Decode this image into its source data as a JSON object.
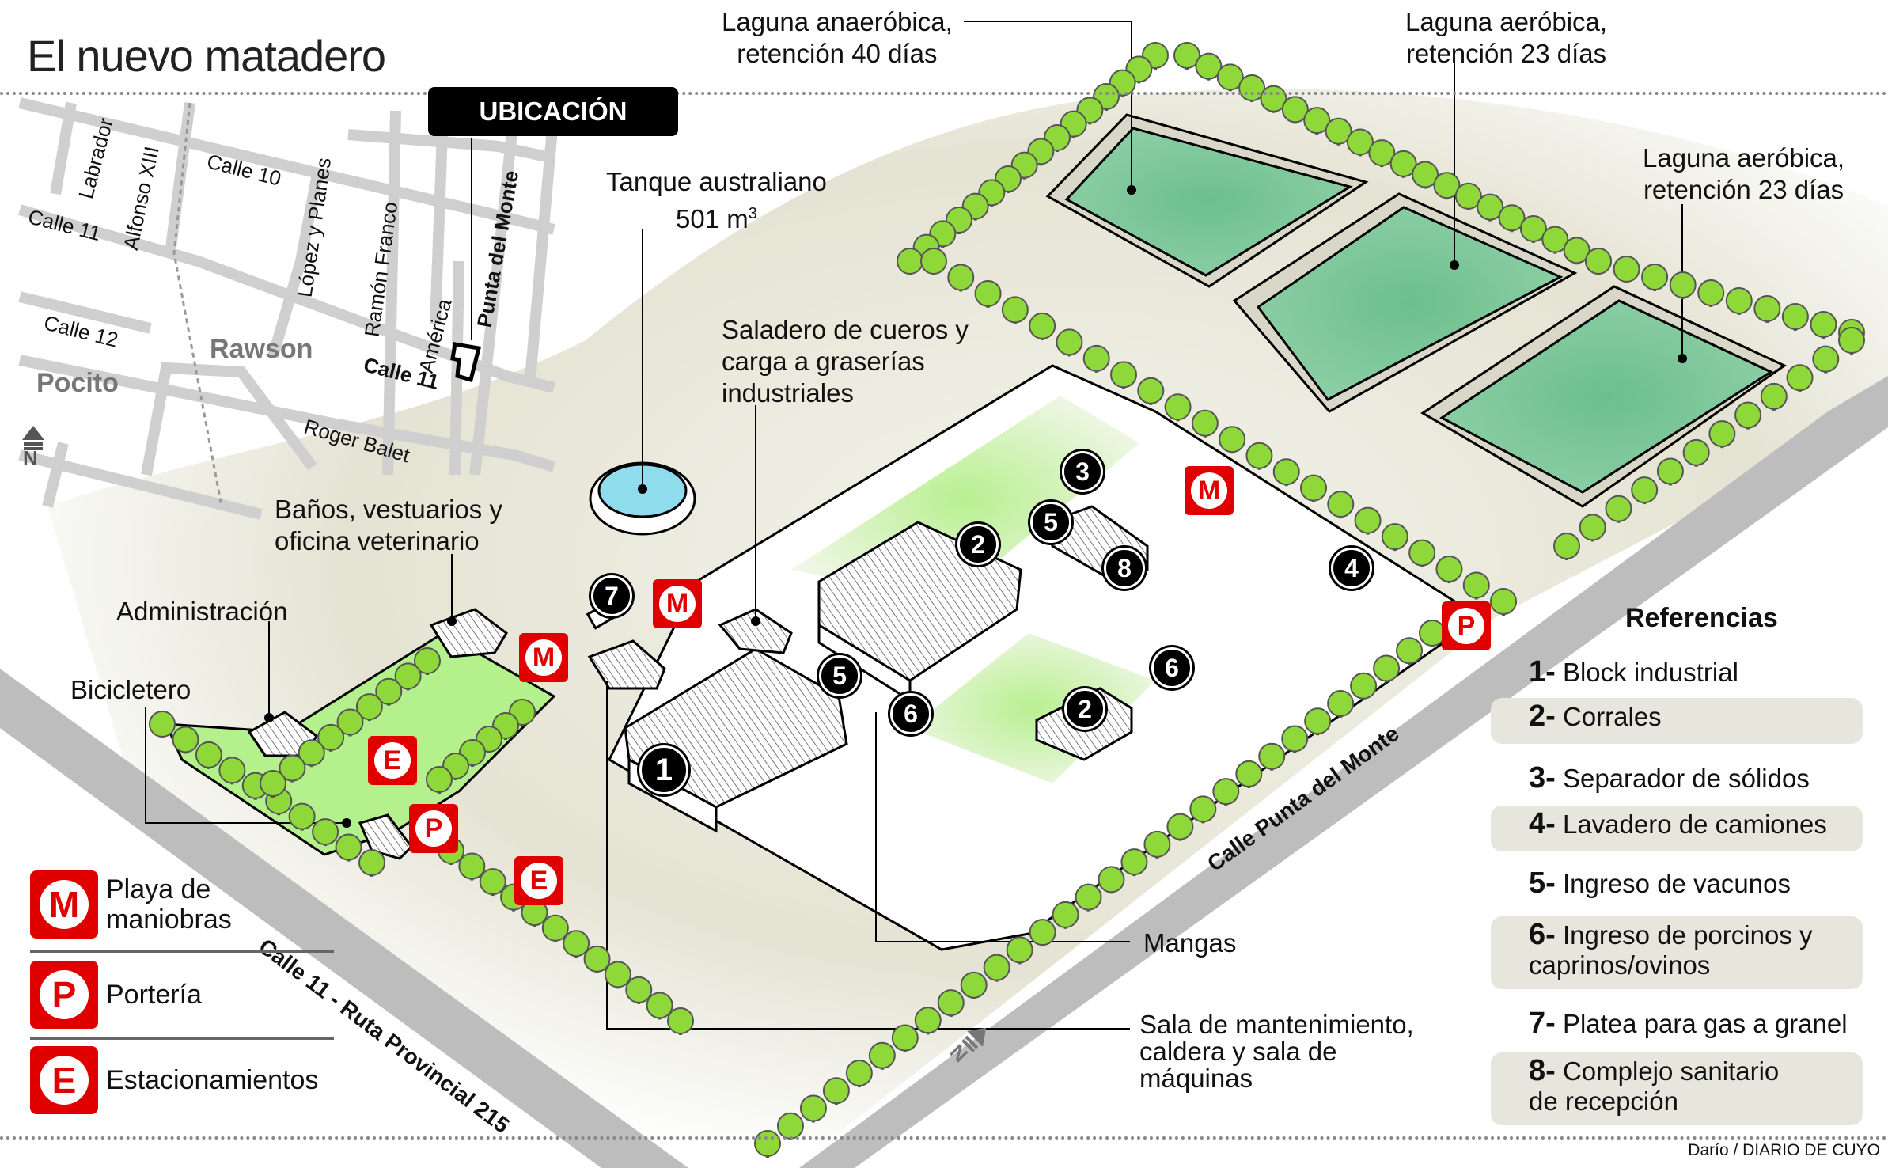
{
  "title": "El nuevo matadero",
  "location_box": {
    "label": "UBICACIÓN",
    "streets": [
      "Labrador",
      "Alfonso XIII",
      "Calle 10",
      "Calle 11",
      "López y Planes",
      "Ramón Franco",
      "América",
      "Punta del Monte",
      "Calle 12",
      "Calle 11",
      "Roger Balet"
    ],
    "towns": [
      "Rawson",
      "Pocito"
    ],
    "north_label": "N"
  },
  "annotations": {
    "laguna_anaerobica": [
      "Laguna anaeróbica,",
      "retención 40 días"
    ],
    "laguna_aerobica_1": [
      "Laguna aeróbica,",
      "retención 23 días"
    ],
    "laguna_aerobica_2": [
      "Laguna aeróbica,",
      "retención 23 días"
    ],
    "tanque": [
      "Tanque australiano",
      "501 m",
      "3"
    ],
    "saladero": [
      "Saladero de cueros y",
      "carga a graserías",
      "industriales"
    ],
    "banos": [
      "Baños, vestuarios y",
      "oficina veterinario"
    ],
    "administracion": "Administración",
    "bicicletero": "Bicicletero",
    "mangas": "Mangas",
    "sala": [
      "Sala de mantenimiento,",
      "caldera y sala de",
      "máquinas"
    ]
  },
  "roads": {
    "ruta": "Calle 11 - Ruta Provincial 215",
    "punta": "Calle Punta del Monte"
  },
  "map_markers": {
    "M": "M",
    "P": "P",
    "E": "E",
    "numbers": [
      "1",
      "2",
      "2",
      "3",
      "4",
      "5",
      "5",
      "6",
      "6",
      "7",
      "8"
    ]
  },
  "legend": [
    {
      "letter": "M",
      "label_lines": [
        "Playa de",
        "maniobras"
      ]
    },
    {
      "letter": "P",
      "label_lines": [
        "Portería"
      ]
    },
    {
      "letter": "E",
      "label_lines": [
        "Estacionamientos"
      ]
    }
  ],
  "references": {
    "title": "Referencias",
    "items": [
      {
        "num": "1-",
        "label": "Block industrial",
        "shaded": false
      },
      {
        "num": "2-",
        "label": "Corrales",
        "shaded": true
      },
      {
        "num": "3-",
        "label": "Separador de sólidos",
        "shaded": false
      },
      {
        "num": "4-",
        "label": "Lavadero de camiones",
        "shaded": true
      },
      {
        "num": "5-",
        "label": "Ingreso de vacunos",
        "shaded": false
      },
      {
        "num": "6-",
        "label": "Ingreso de porcinos y",
        "label2": "caprinos/ovinos",
        "shaded": true
      },
      {
        "num": "7-",
        "label": "Platea para gas a granel",
        "shaded": false
      },
      {
        "num": "8-",
        "label": "Complejo sanitario",
        "label2": "de recepción",
        "shaded": true
      }
    ]
  },
  "credit": "Darío / DIARIO DE CUYO",
  "colors": {
    "badge_red": "#e00000",
    "lagoon_green": "#6cbf8c",
    "grass_green": "#b4f08c",
    "tree_green": "#8ed83a",
    "road_gray": "#bdbdbd",
    "terrain_beige": "#e6e5d6"
  }
}
